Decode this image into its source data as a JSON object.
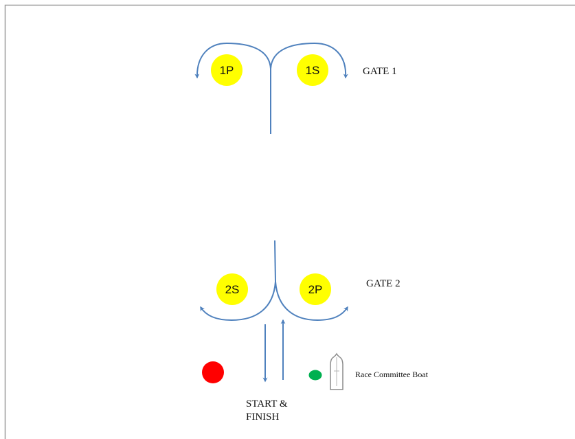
{
  "colors": {
    "course_line": "#4f81bd",
    "mark_fill": "#ffff00",
    "pin_buoy": "#ff0000",
    "committee_buoy": "#00b050",
    "boat_outline": "#8c8c8c",
    "border": "#9a9a9a"
  },
  "gate1": {
    "label": "GATE 1",
    "port_mark": "1P",
    "starboard_mark": "1S"
  },
  "gate2": {
    "label": "GATE 2",
    "starboard_mark": "2S",
    "port_mark": "2P"
  },
  "start_finish": {
    "line1": "START &",
    "line2": "FINISH"
  },
  "committee_boat": {
    "label": "Race Committee Boat",
    "icon": "boat-icon"
  }
}
